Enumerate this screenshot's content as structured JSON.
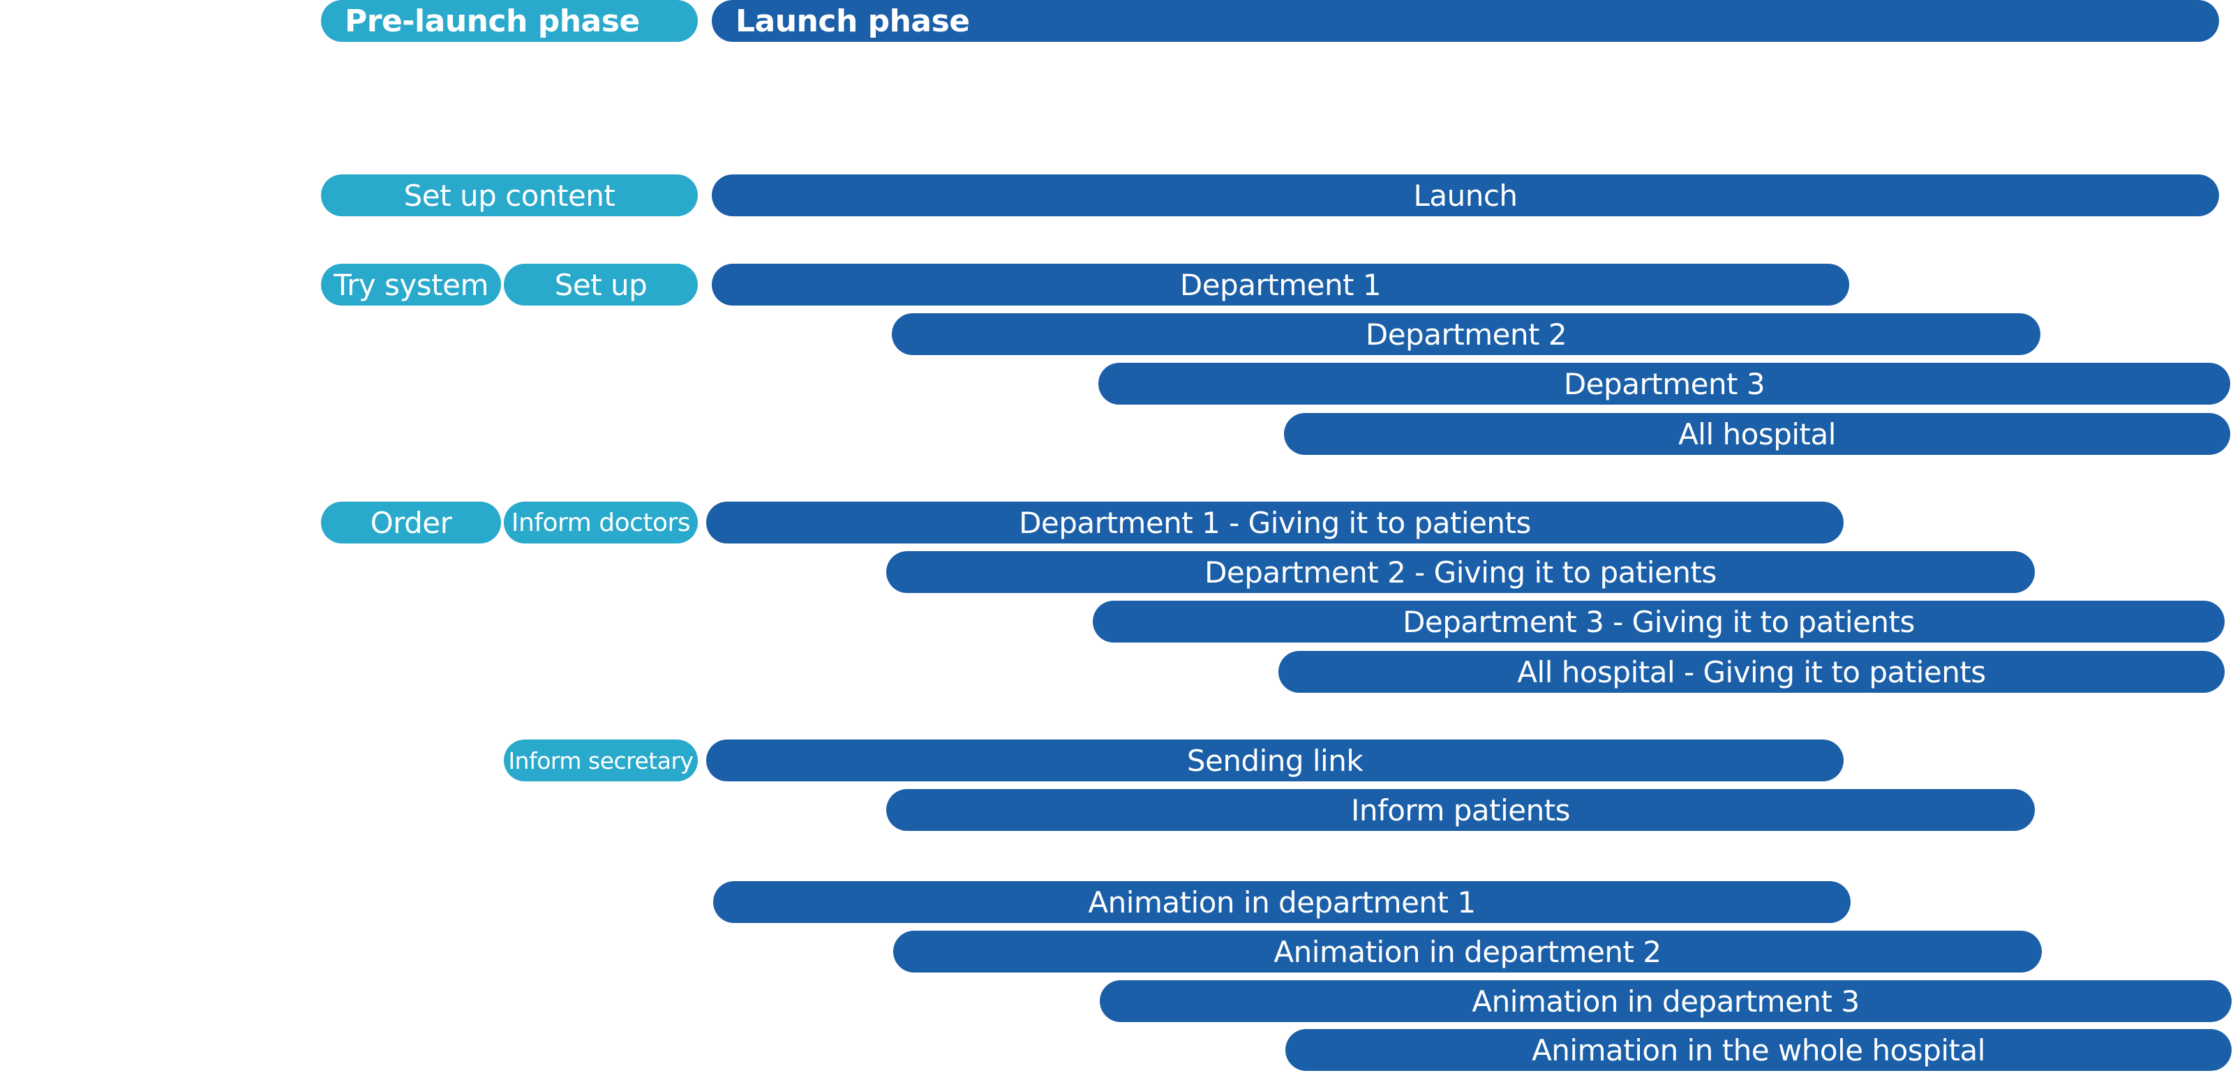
{
  "colors": {
    "pre_launch": "#29a9cb",
    "launch": "#1b5fa8",
    "text": "#ffffff"
  },
  "headers": {
    "pre_launch": "Pre-launch phase",
    "launch": "Launch phase"
  },
  "content": {
    "setup": "Set up content",
    "launch": "Launch"
  },
  "departments": {
    "try_system": "Try system",
    "set_up": "Set up",
    "items": [
      "Department 1",
      "Department 2",
      "Department 3",
      "All hospital"
    ]
  },
  "giving": {
    "order": "Order",
    "inform_doctors": "Inform doctors",
    "items": [
      "Department 1 - Giving it to patients",
      "Department 2 - Giving it to patients",
      "Department 3 - Giving it to patients",
      "All hospital - Giving it to patients"
    ]
  },
  "patients": {
    "inform_secretary": "Inform secretary",
    "sending_link": "Sending link",
    "inform_patients": "Inform patients"
  },
  "animation": {
    "items": [
      "Animation in department 1",
      "Animation in department 2",
      "Animation in department 3",
      "Animation in the whole hospital"
    ]
  }
}
